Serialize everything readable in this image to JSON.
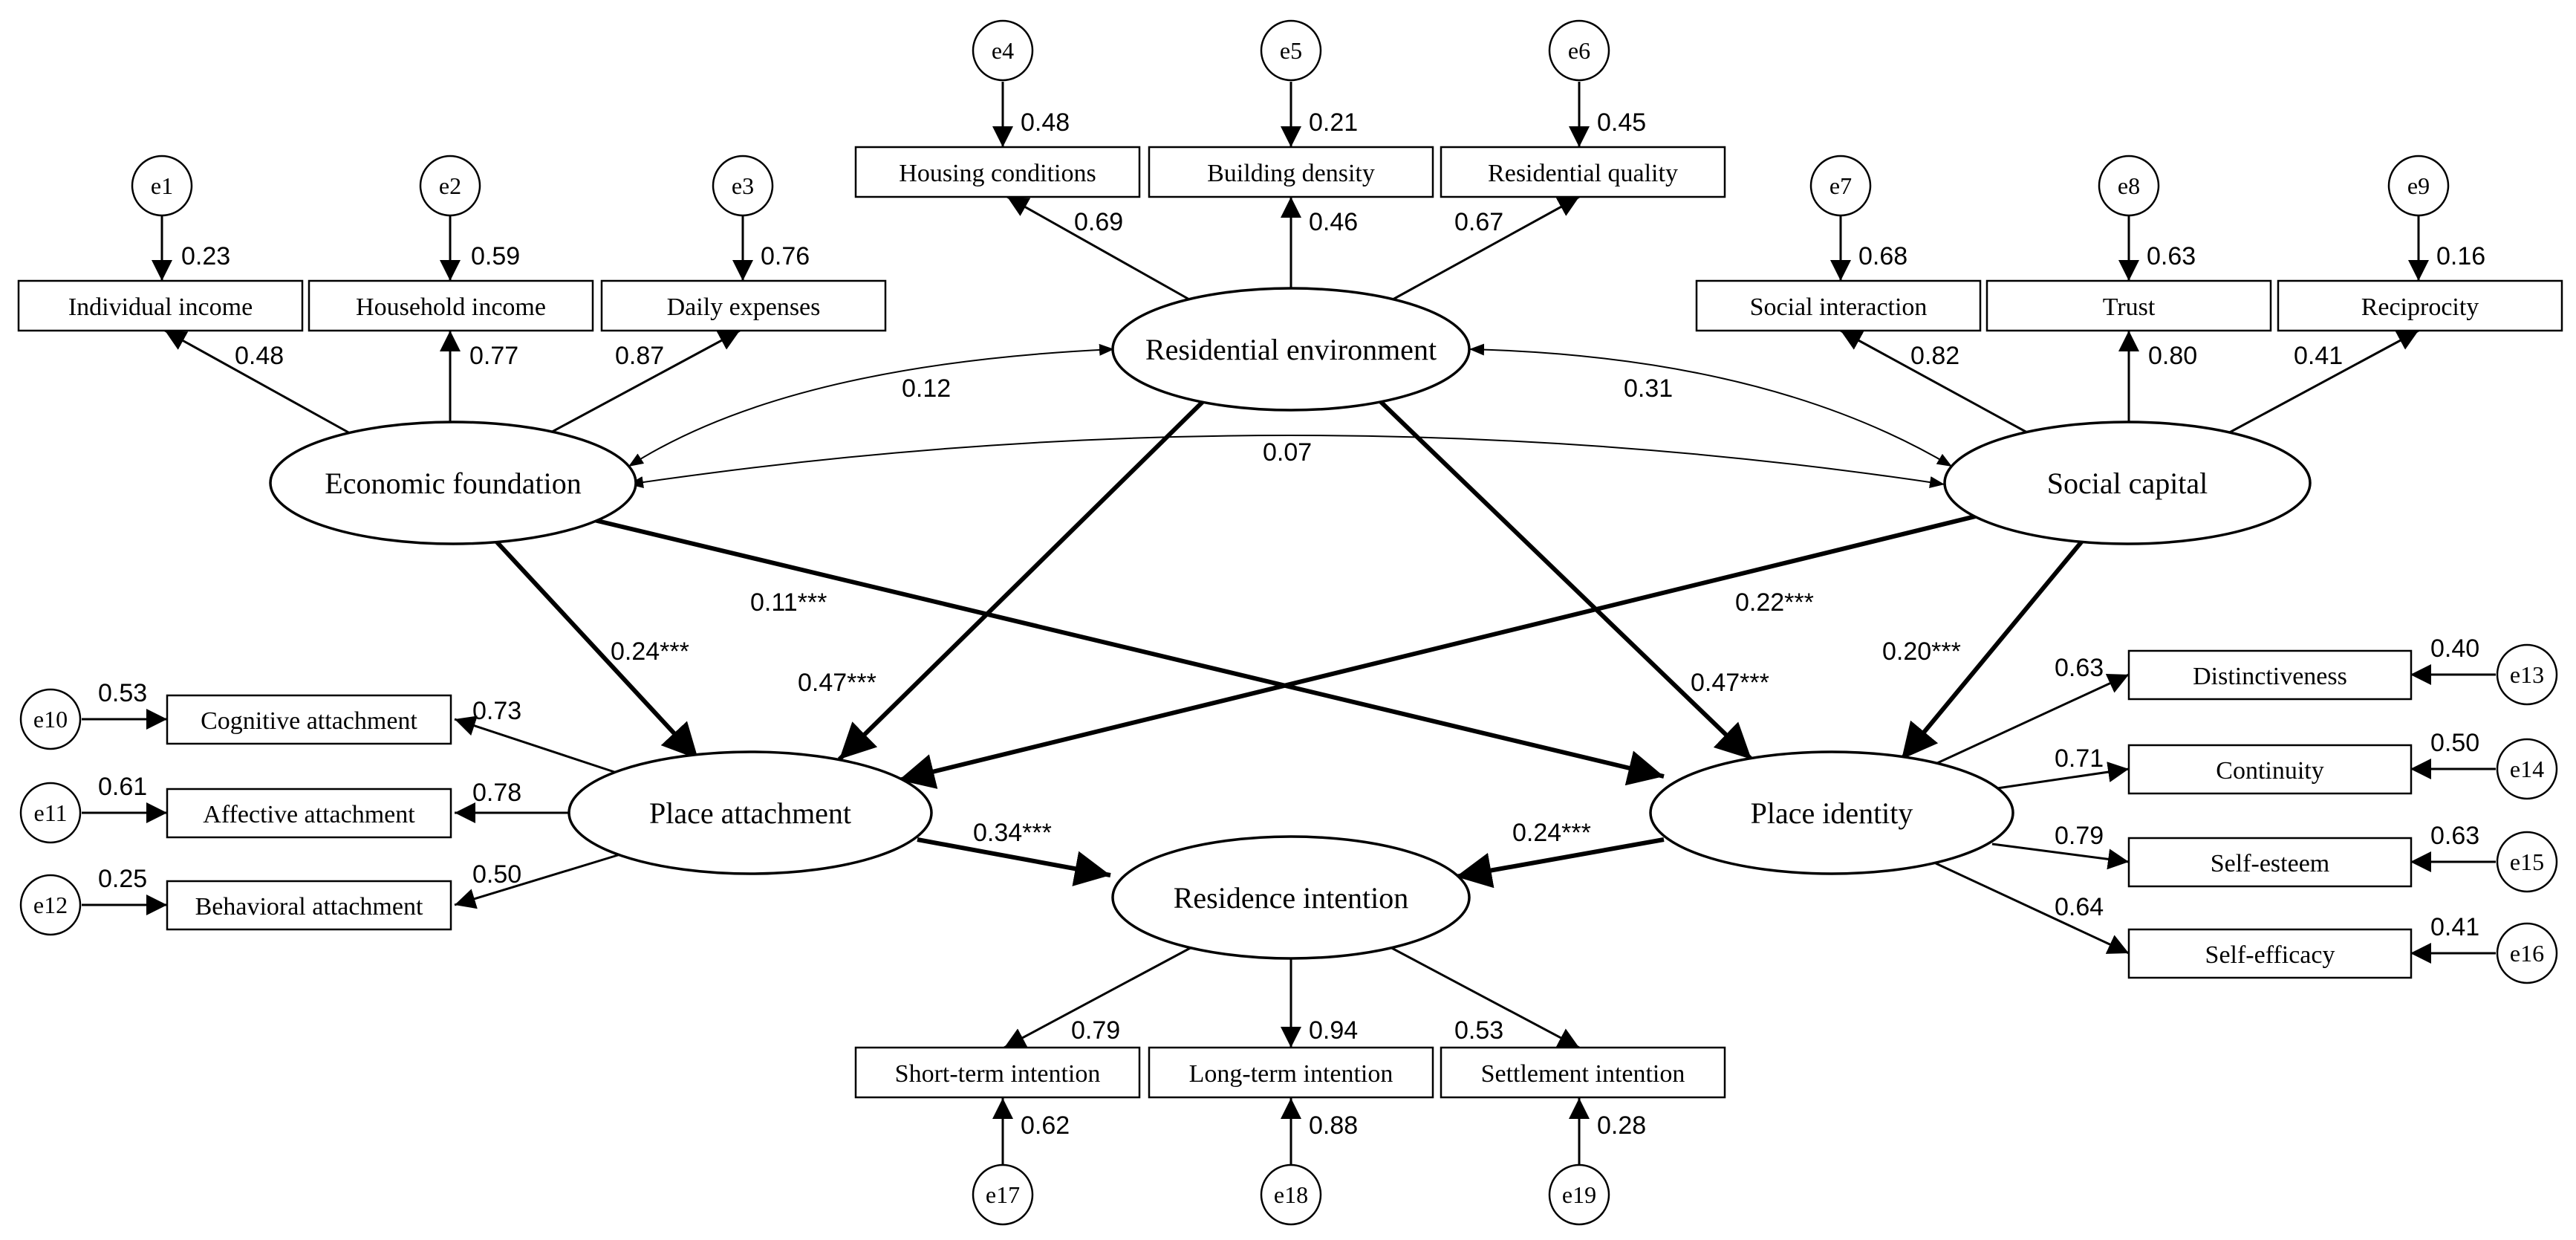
{
  "indicators": {
    "individual_income": "Individual income",
    "household_income": "Household income",
    "daily_expenses": "Daily expenses",
    "housing_conditions": "Housing conditions",
    "building_density": "Building density",
    "residential_quality": "Residential quality",
    "social_interaction": "Social interaction",
    "trust": "Trust",
    "reciprocity": "Reciprocity",
    "cognitive_attachment": "Cognitive attachment",
    "affective_attachment": "Affective attachment",
    "behavioral_attachment": "Behavioral attachment",
    "distinctiveness": "Distinctiveness",
    "continuity": "Continuity",
    "self_esteem": "Self-esteem",
    "self_efficacy": "Self-efficacy",
    "short_term_intention": "Short-term intention",
    "long_term_intention": "Long-term intention",
    "settlement_intention": "Settlement intention"
  },
  "latents": {
    "economic_foundation": "Economic foundation",
    "residential_environment": "Residential environment",
    "social_capital": "Social capital",
    "place_attachment": "Place attachment",
    "place_identity": "Place identity",
    "residence_intention": "Residence intention"
  },
  "errors": {
    "e1": "e1",
    "e2": "e2",
    "e3": "e3",
    "e4": "e4",
    "e5": "e5",
    "e6": "e6",
    "e7": "e7",
    "e8": "e8",
    "e9": "e9",
    "e10": "e10",
    "e11": "e11",
    "e12": "e12",
    "e13": "e13",
    "e14": "e14",
    "e15": "e15",
    "e16": "e16",
    "e17": "e17",
    "e18": "e18",
    "e19": "e19"
  },
  "error_values": {
    "e1": "0.23",
    "e2": "0.59",
    "e3": "0.76",
    "e4": "0.48",
    "e5": "0.21",
    "e6": "0.45",
    "e7": "0.68",
    "e8": "0.63",
    "e9": "0.16",
    "e10": "0.53",
    "e11": "0.61",
    "e12": "0.25",
    "e13": "0.40",
    "e14": "0.50",
    "e15": "0.63",
    "e16": "0.41",
    "e17": "0.62",
    "e18": "0.88",
    "e19": "0.28"
  },
  "loadings": {
    "individual_income": "0.48",
    "household_income": "0.77",
    "daily_expenses": "0.87",
    "housing_conditions": "0.69",
    "building_density": "0.46",
    "residential_quality": "0.67",
    "social_interaction": "0.82",
    "trust": "0.80",
    "reciprocity": "0.41",
    "cognitive_attachment": "0.73",
    "affective_attachment": "0.78",
    "behavioral_attachment": "0.50",
    "distinctiveness": "0.63",
    "continuity": "0.71",
    "self_esteem": "0.79",
    "self_efficacy": "0.64",
    "short_term_intention": "0.79",
    "long_term_intention": "0.94",
    "settlement_intention": "0.53"
  },
  "covariances": {
    "econ_resenv": "0.12",
    "resenv_social": "0.31",
    "econ_social": "0.07"
  },
  "paths": {
    "econ_to_attachment": "0.24***",
    "econ_to_identity": "0.11***",
    "resenv_to_attachment": "0.47***",
    "resenv_to_identity": "0.47***",
    "social_to_attachment": "0.22***",
    "social_to_identity": "0.20***",
    "attachment_to_intention": "0.34***",
    "identity_to_intention": "0.24***"
  }
}
